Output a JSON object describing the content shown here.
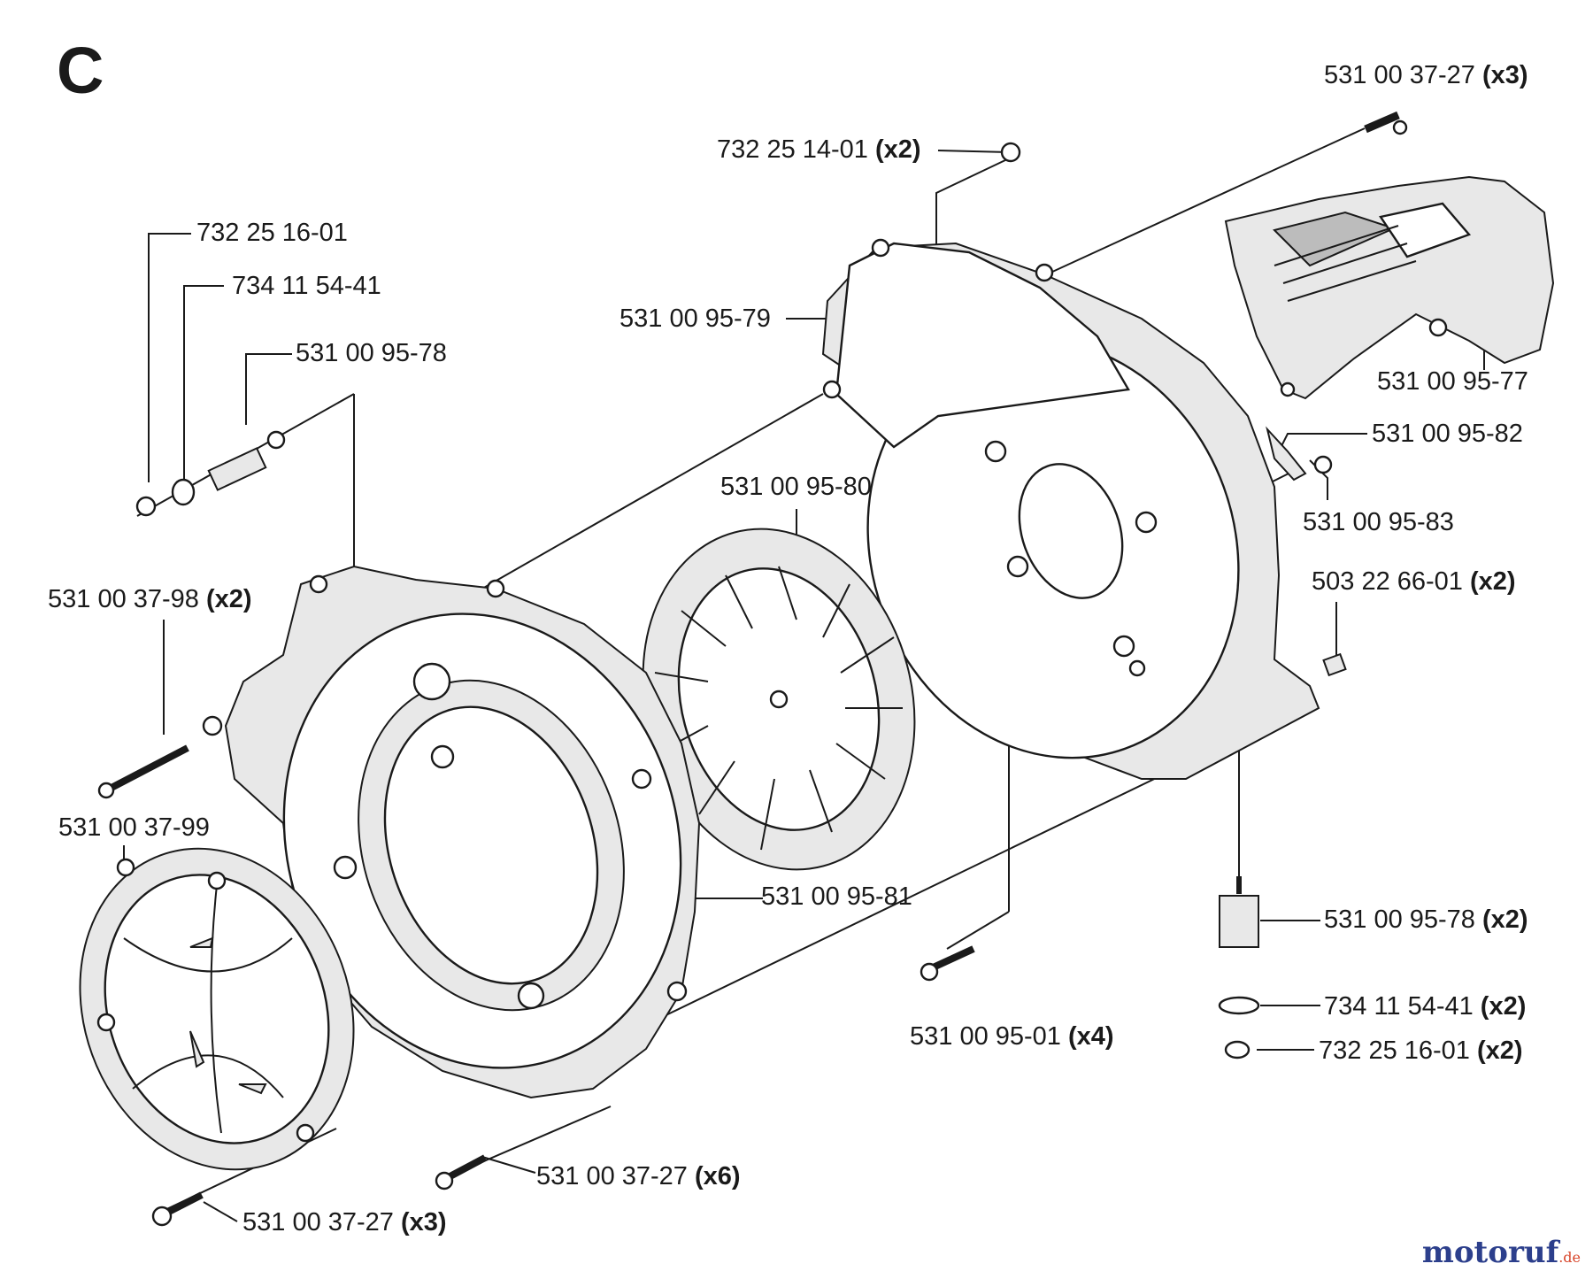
{
  "diagram": {
    "section_letter": "C",
    "labels": [
      {
        "id": "screw-top-right",
        "part": "531 00 37-27",
        "qty": "(x3)"
      },
      {
        "id": "nut-top",
        "part": "732 25 14-01",
        "qty": "(x2)"
      },
      {
        "id": "nut-left",
        "part": "732 25 16-01",
        "qty": ""
      },
      {
        "id": "washer-left",
        "part": "734 11 54-41",
        "qty": ""
      },
      {
        "id": "damper-left",
        "part": "531 00 95-78",
        "qty": ""
      },
      {
        "id": "rear-housing",
        "part": "531 00 95-79",
        "qty": ""
      },
      {
        "id": "cylinder-cover",
        "part": "531 00 95-77",
        "qty": ""
      },
      {
        "id": "clip",
        "part": "531 00 95-82",
        "qty": ""
      },
      {
        "id": "fan-wheel",
        "part": "531 00 95-80",
        "qty": ""
      },
      {
        "id": "clip-screw",
        "part": "531 00 95-83",
        "qty": ""
      },
      {
        "id": "square-nut",
        "part": "503 22 66-01",
        "qty": "(x2)"
      },
      {
        "id": "long-screw",
        "part": "531 00 37-98",
        "qty": "(x2)"
      },
      {
        "id": "grille",
        "part": "531 00 37-99",
        "qty": ""
      },
      {
        "id": "fan-housing",
        "part": "531 00 95-81",
        "qty": ""
      },
      {
        "id": "damper-right",
        "part": "531 00 95-78",
        "qty": "(x2)"
      },
      {
        "id": "housing-screw",
        "part": "531 00 95-01",
        "qty": "(x4)"
      },
      {
        "id": "washer-right",
        "part": "734 11 54-41",
        "qty": "(x2)"
      },
      {
        "id": "nut-right",
        "part": "732 25 16-01",
        "qty": "(x2)"
      },
      {
        "id": "screw-center",
        "part": "531 00 37-27",
        "qty": "(x6)"
      },
      {
        "id": "screw-bottom",
        "part": "531 00 37-27",
        "qty": "(x3)"
      }
    ]
  },
  "watermark": {
    "brand": "motoruf",
    "suffix": ".de",
    "colors": {
      "main": "#2c3f8c",
      "accent": "#d8462b"
    }
  }
}
